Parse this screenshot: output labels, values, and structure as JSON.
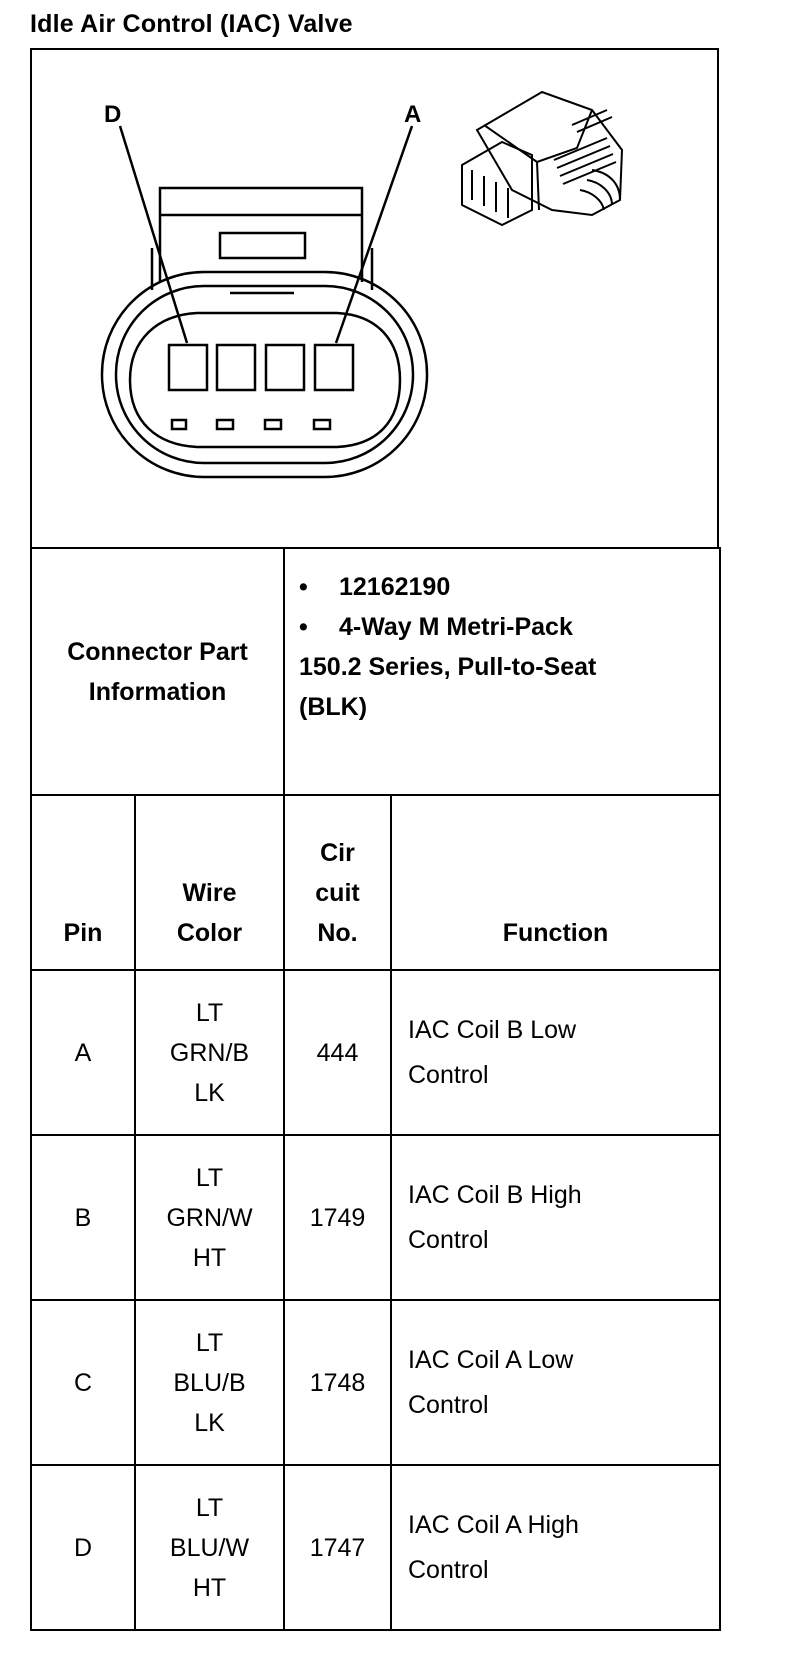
{
  "title": "Idle Air Control (IAC) Valve",
  "diagram": {
    "label_d": "D",
    "label_a": "A"
  },
  "connector_info": {
    "label_line1": "Connector Part",
    "label_line2": "Information",
    "bullets": [
      "12162190",
      "4-Way M Metri-Pack"
    ],
    "continuation_line1": "150.2 Series, Pull-to-Seat",
    "continuation_line2": "(BLK)"
  },
  "headers": {
    "pin": "Pin",
    "wire_color_line1": "Wire",
    "wire_color_line2": "Color",
    "circuit_line1": "Cir",
    "circuit_line2": "cuit",
    "circuit_line3": "No.",
    "function": "Function"
  },
  "rows": [
    {
      "pin": "A",
      "wire_color": [
        "LT",
        "GRN/B",
        "LK"
      ],
      "circuit": "444",
      "function": [
        "IAC Coil B Low",
        "Control"
      ]
    },
    {
      "pin": "B",
      "wire_color": [
        "LT",
        "GRN/W",
        "HT"
      ],
      "circuit": "1749",
      "function": [
        "IAC Coil B High",
        "Control"
      ]
    },
    {
      "pin": "C",
      "wire_color": [
        "LT",
        "BLU/B",
        "LK"
      ],
      "circuit": "1748",
      "function": [
        "IAC Coil A Low",
        "Control"
      ]
    },
    {
      "pin": "D",
      "wire_color": [
        "LT",
        "BLU/W",
        "HT"
      ],
      "circuit": "1747",
      "function": [
        "IAC Coil A High",
        "Control"
      ]
    }
  ]
}
